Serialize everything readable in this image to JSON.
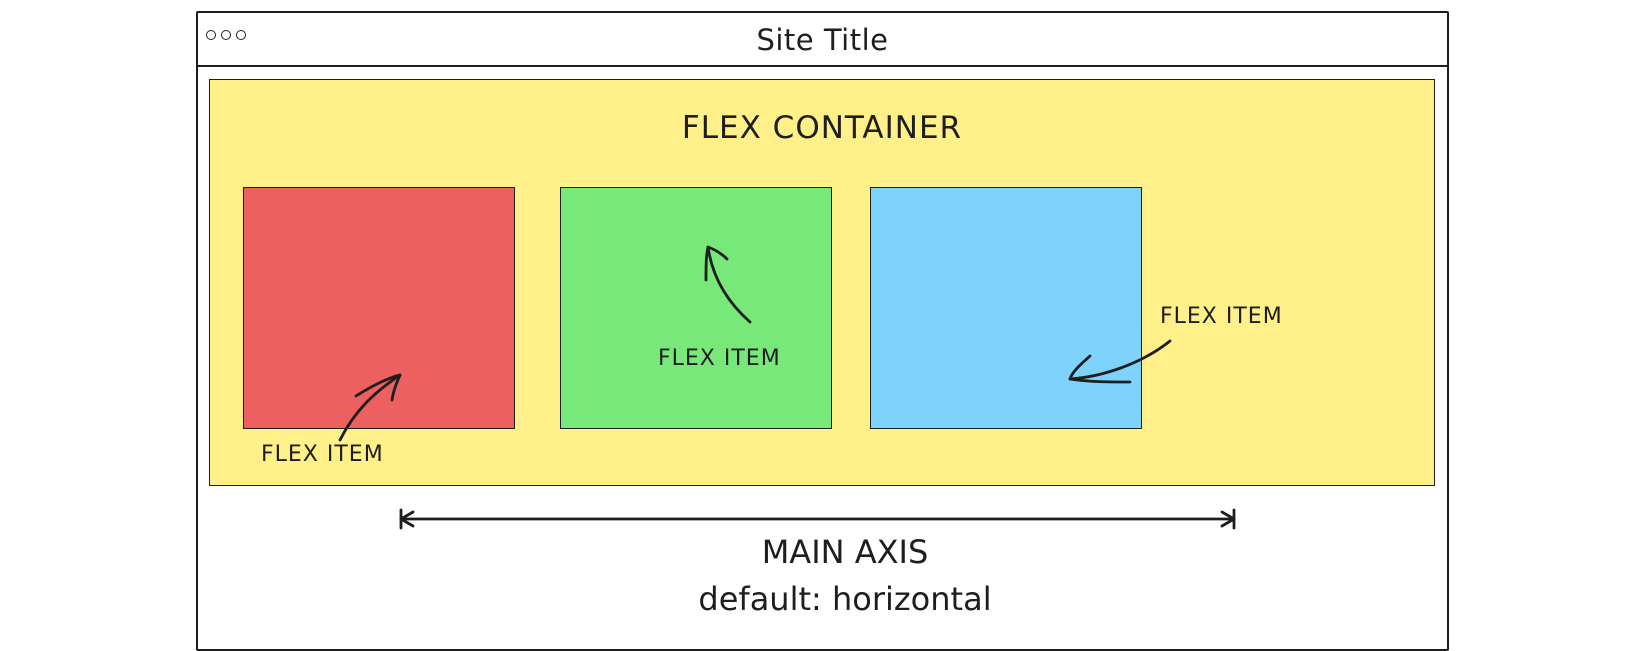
{
  "window": {
    "title": "Site Title",
    "controls": [
      "dot",
      "dot",
      "dot"
    ]
  },
  "container": {
    "label": "FLEX CONTAINER",
    "color": "#fff089"
  },
  "items": [
    {
      "color": "#ec6060",
      "annotation": "FLEX ITEM"
    },
    {
      "color": "#77e879",
      "annotation": "FLEX ITEM"
    },
    {
      "color": "#7dd3fc",
      "annotation": "FLEX ITEM"
    }
  ],
  "axis": {
    "title": "MAIN AXIS",
    "subtitle": "default: horizontal"
  }
}
